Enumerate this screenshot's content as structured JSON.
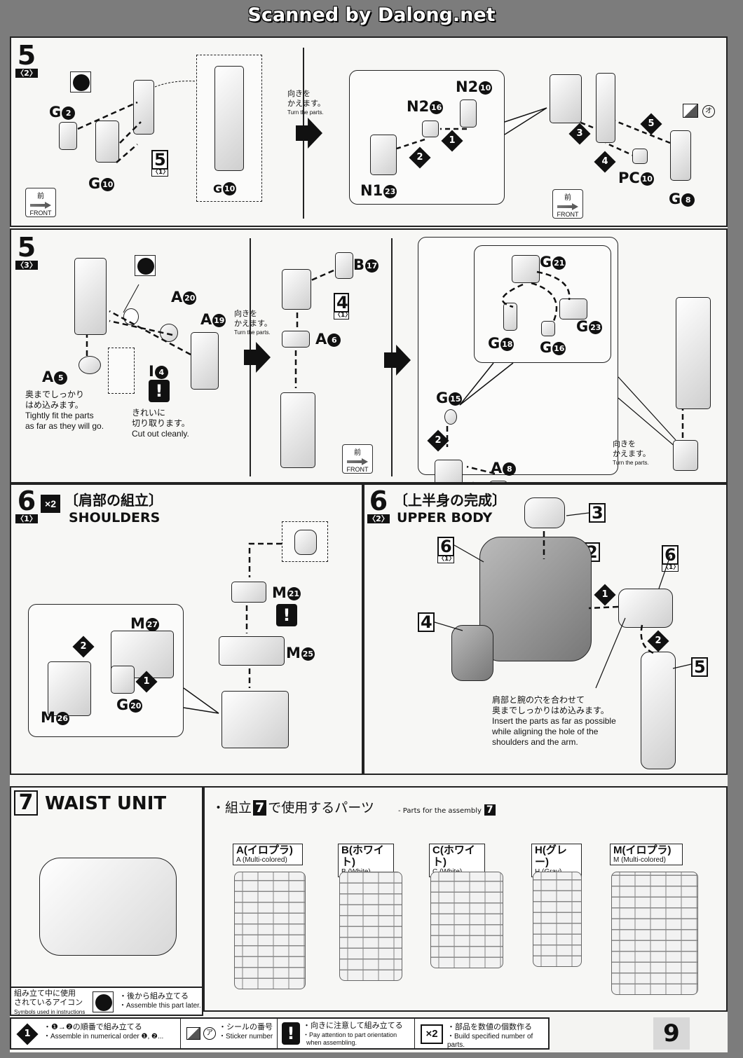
{
  "watermark": "Scanned by Dalong.net",
  "step_5_2": {
    "step": "5",
    "sub": "〈2〉",
    "labels": {
      "g2": "G",
      "g2c": "2",
      "g10a": "G",
      "g10ac": "10",
      "g10b": "G",
      "g10bc": "10",
      "n2a": "N2",
      "n2ac": "10",
      "n2b": "N2",
      "n2bc": "16",
      "n1": "N1",
      "n1c": "23",
      "pc": "PC",
      "pcc": "10",
      "g8": "G",
      "g8c": "8"
    },
    "ref": {
      "n": "5",
      "s": "〈1〉"
    },
    "turn_jp": "向きを\nかえます。",
    "turn_en": "Turn the parts.",
    "front_jp": "前",
    "front_en": "FRONT",
    "sticker_mark": "オ"
  },
  "step_5_3": {
    "step": "5",
    "sub": "〈3〉",
    "labels": {
      "a20": "A",
      "a20c": "20",
      "a19": "A",
      "a19c": "19",
      "a5": "A",
      "a5c": "5",
      "i4": "I",
      "i4c": "4",
      "b17": "B",
      "b17c": "17",
      "a6": "A",
      "a6c": "6",
      "g21": "G",
      "g21c": "21",
      "g23": "G",
      "g23c": "23",
      "g18": "G",
      "g18c": "18",
      "g16": "G",
      "g16c": "16",
      "g15": "G",
      "g15c": "15",
      "a8": "A",
      "a8c": "8"
    },
    "ref": {
      "n": "4",
      "s": "〈1〉"
    },
    "fit_jp": "奥までしっかり\nはめ込みます。",
    "fit_en": "Tightly fit the parts\nas far as they will go.",
    "cut_jp": "きれいに\n切り取ります。",
    "cut_en": "Cut out cleanly.",
    "turn_jp": "向きを\nかえます。",
    "turn_en": "Turn the parts.",
    "front_jp": "前",
    "front_en": "FRONT"
  },
  "step_6_1": {
    "step": "6",
    "sub": "〈1〉",
    "multiplier": "×2",
    "title_jp": "〔肩部の組立〕",
    "title_en": "SHOULDERS",
    "labels": {
      "m21": "M",
      "m21c": "21",
      "m25": "M",
      "m25c": "25",
      "m27": "M",
      "m27c": "27",
      "m26": "M",
      "m26c": "26",
      "g20": "G",
      "g20c": "20"
    }
  },
  "step_6_2": {
    "step": "6",
    "sub": "〈2〉",
    "title_jp": "〔上半身の完成〕",
    "title_en": "UPPER BODY",
    "refs": {
      "r3": "3",
      "r2": "2",
      "r4": "4",
      "r5": "5",
      "r61": "6",
      "r61s": "〈1〉",
      "r62": "6",
      "r62s": "〈1〉"
    },
    "note_jp": "肩部と腕の穴を合わせて\n奥までしっかりはめ込みます。",
    "note_en": "Insert the parts as far as possible\nwhile aligning the hole of the\nshoulders and the arm."
  },
  "step_7": {
    "step": "7",
    "title_en": "WAIST UNIT",
    "parts_jp_a": "・組立",
    "parts_jp_num": "7",
    "parts_jp_b": "で使用するパーツ",
    "parts_en": "- Parts for the assembly",
    "runners": [
      {
        "jp": "A(イロプラ)",
        "en": "A (Multi-colored)"
      },
      {
        "jp": "B(ホワイト)",
        "en": "B (White)"
      },
      {
        "jp": "C(ホワイト)",
        "en": "C (White)"
      },
      {
        "jp": "H(グレー)",
        "en": "H (Gray)"
      },
      {
        "jp": "M(イロプラ)",
        "en": "M (Multi-colored)"
      }
    ]
  },
  "legend": {
    "symbols_jp": "組み立て中に使用\nされているアイコン",
    "symbols_en": "Symbols used in instructions",
    "later_jp": "・後から組み立てる",
    "later_en": "・Assemble this part later.",
    "order_jp": "・❶→❷の順番で組み立てる",
    "order_en": "・Assemble in numerical order ❶, ❷...",
    "sticker_jp": "・シールの番号",
    "sticker_en": "・Sticker number",
    "sticker_mark": "ア",
    "attention_jp": "・向きに注意して組み立てる",
    "attention_en": "・Pay attention to part orientation\n  when assembling.",
    "build_jp": "・部品を数値の個数作る",
    "build_en": "・Build specified number of parts.",
    "mult": "×2"
  },
  "page_number": "9"
}
